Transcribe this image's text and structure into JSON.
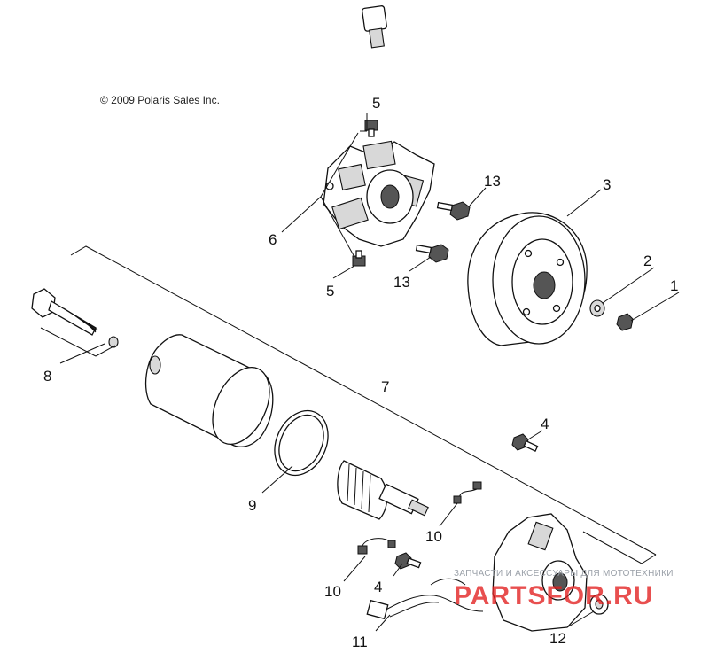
{
  "copyright": "© 2009 Polaris Sales Inc.",
  "watermark": {
    "text": "ЗАПЧАСТИ И АКСЕССУАРЫ ДЛЯ МОТОТЕХНИКИ",
    "brand": "PARTSFOR.RU",
    "brand_color": "#e11e1e"
  },
  "callouts": {
    "c1": "1",
    "c2": "2",
    "c3": "3",
    "c4a": "4",
    "c4b": "4",
    "c5a": "5",
    "c5b": "5",
    "c6": "6",
    "c7": "7",
    "c8": "8",
    "c9": "9",
    "c10a": "10",
    "c10b": "10",
    "c11": "11",
    "c12": "12",
    "c13a": "13",
    "c13b": "13"
  }
}
